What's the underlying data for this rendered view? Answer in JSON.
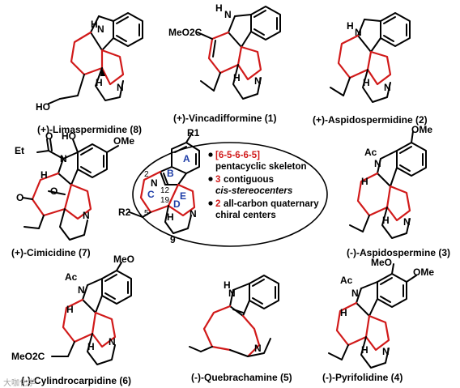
{
  "compounds": [
    {
      "id": "limaspermidine",
      "caption": "(+)-Limaspermidine (8)",
      "substituent": "HO"
    },
    {
      "id": "vincadifformine",
      "caption": "(+)-Vincadifformine (1)",
      "substituent": "MeO2C"
    },
    {
      "id": "aspidospermidine",
      "caption": "(+)-Aspidospermidine (2)"
    },
    {
      "id": "cimicidine",
      "caption": "(+)-Cimicidine (7)",
      "substituent": "Et",
      "oh": "HO",
      "ome": "OMe"
    },
    {
      "id": "aspidospermine",
      "caption": "(-)-Aspidospermine (3)",
      "ac": "Ac",
      "ome": "OMe"
    },
    {
      "id": "cylindrocarpidine",
      "caption": "(-)-Cylindrocarpidine (6)",
      "ac": "Ac",
      "ome": "MeO",
      "substituent": "MeO2C"
    },
    {
      "id": "quebrachamine",
      "caption": "(-)-Quebrachamine (5)"
    },
    {
      "id": "pyrifolidine",
      "caption": "(-)-Pyrifolidine (4)",
      "ac": "Ac",
      "ome1": "MeO",
      "ome2": "OMe"
    }
  ],
  "center": {
    "compound_number": "9",
    "ring_labels": [
      "A",
      "B",
      "C",
      "D",
      "E"
    ],
    "r1": "R1",
    "r2": "R2",
    "atom_numbers": [
      "2",
      "12",
      "19",
      "5"
    ],
    "bullets": [
      {
        "highlight": "[6-5-6-6-5]",
        "rest": "pentacyclic skeleton"
      },
      {
        "highlight": "3",
        "rest": "contiguous",
        "line2": "cis-stereocenters"
      },
      {
        "highlight": "2",
        "rest": "all-carbon quaternary",
        "line2": "chiral centers"
      }
    ]
  },
  "atoms": {
    "N": "N",
    "H": "H",
    "O": "O"
  },
  "watermark": "大咖化学",
  "colors": {
    "highlight": "#d11a1a",
    "ring_label": "#1f3ea8"
  }
}
